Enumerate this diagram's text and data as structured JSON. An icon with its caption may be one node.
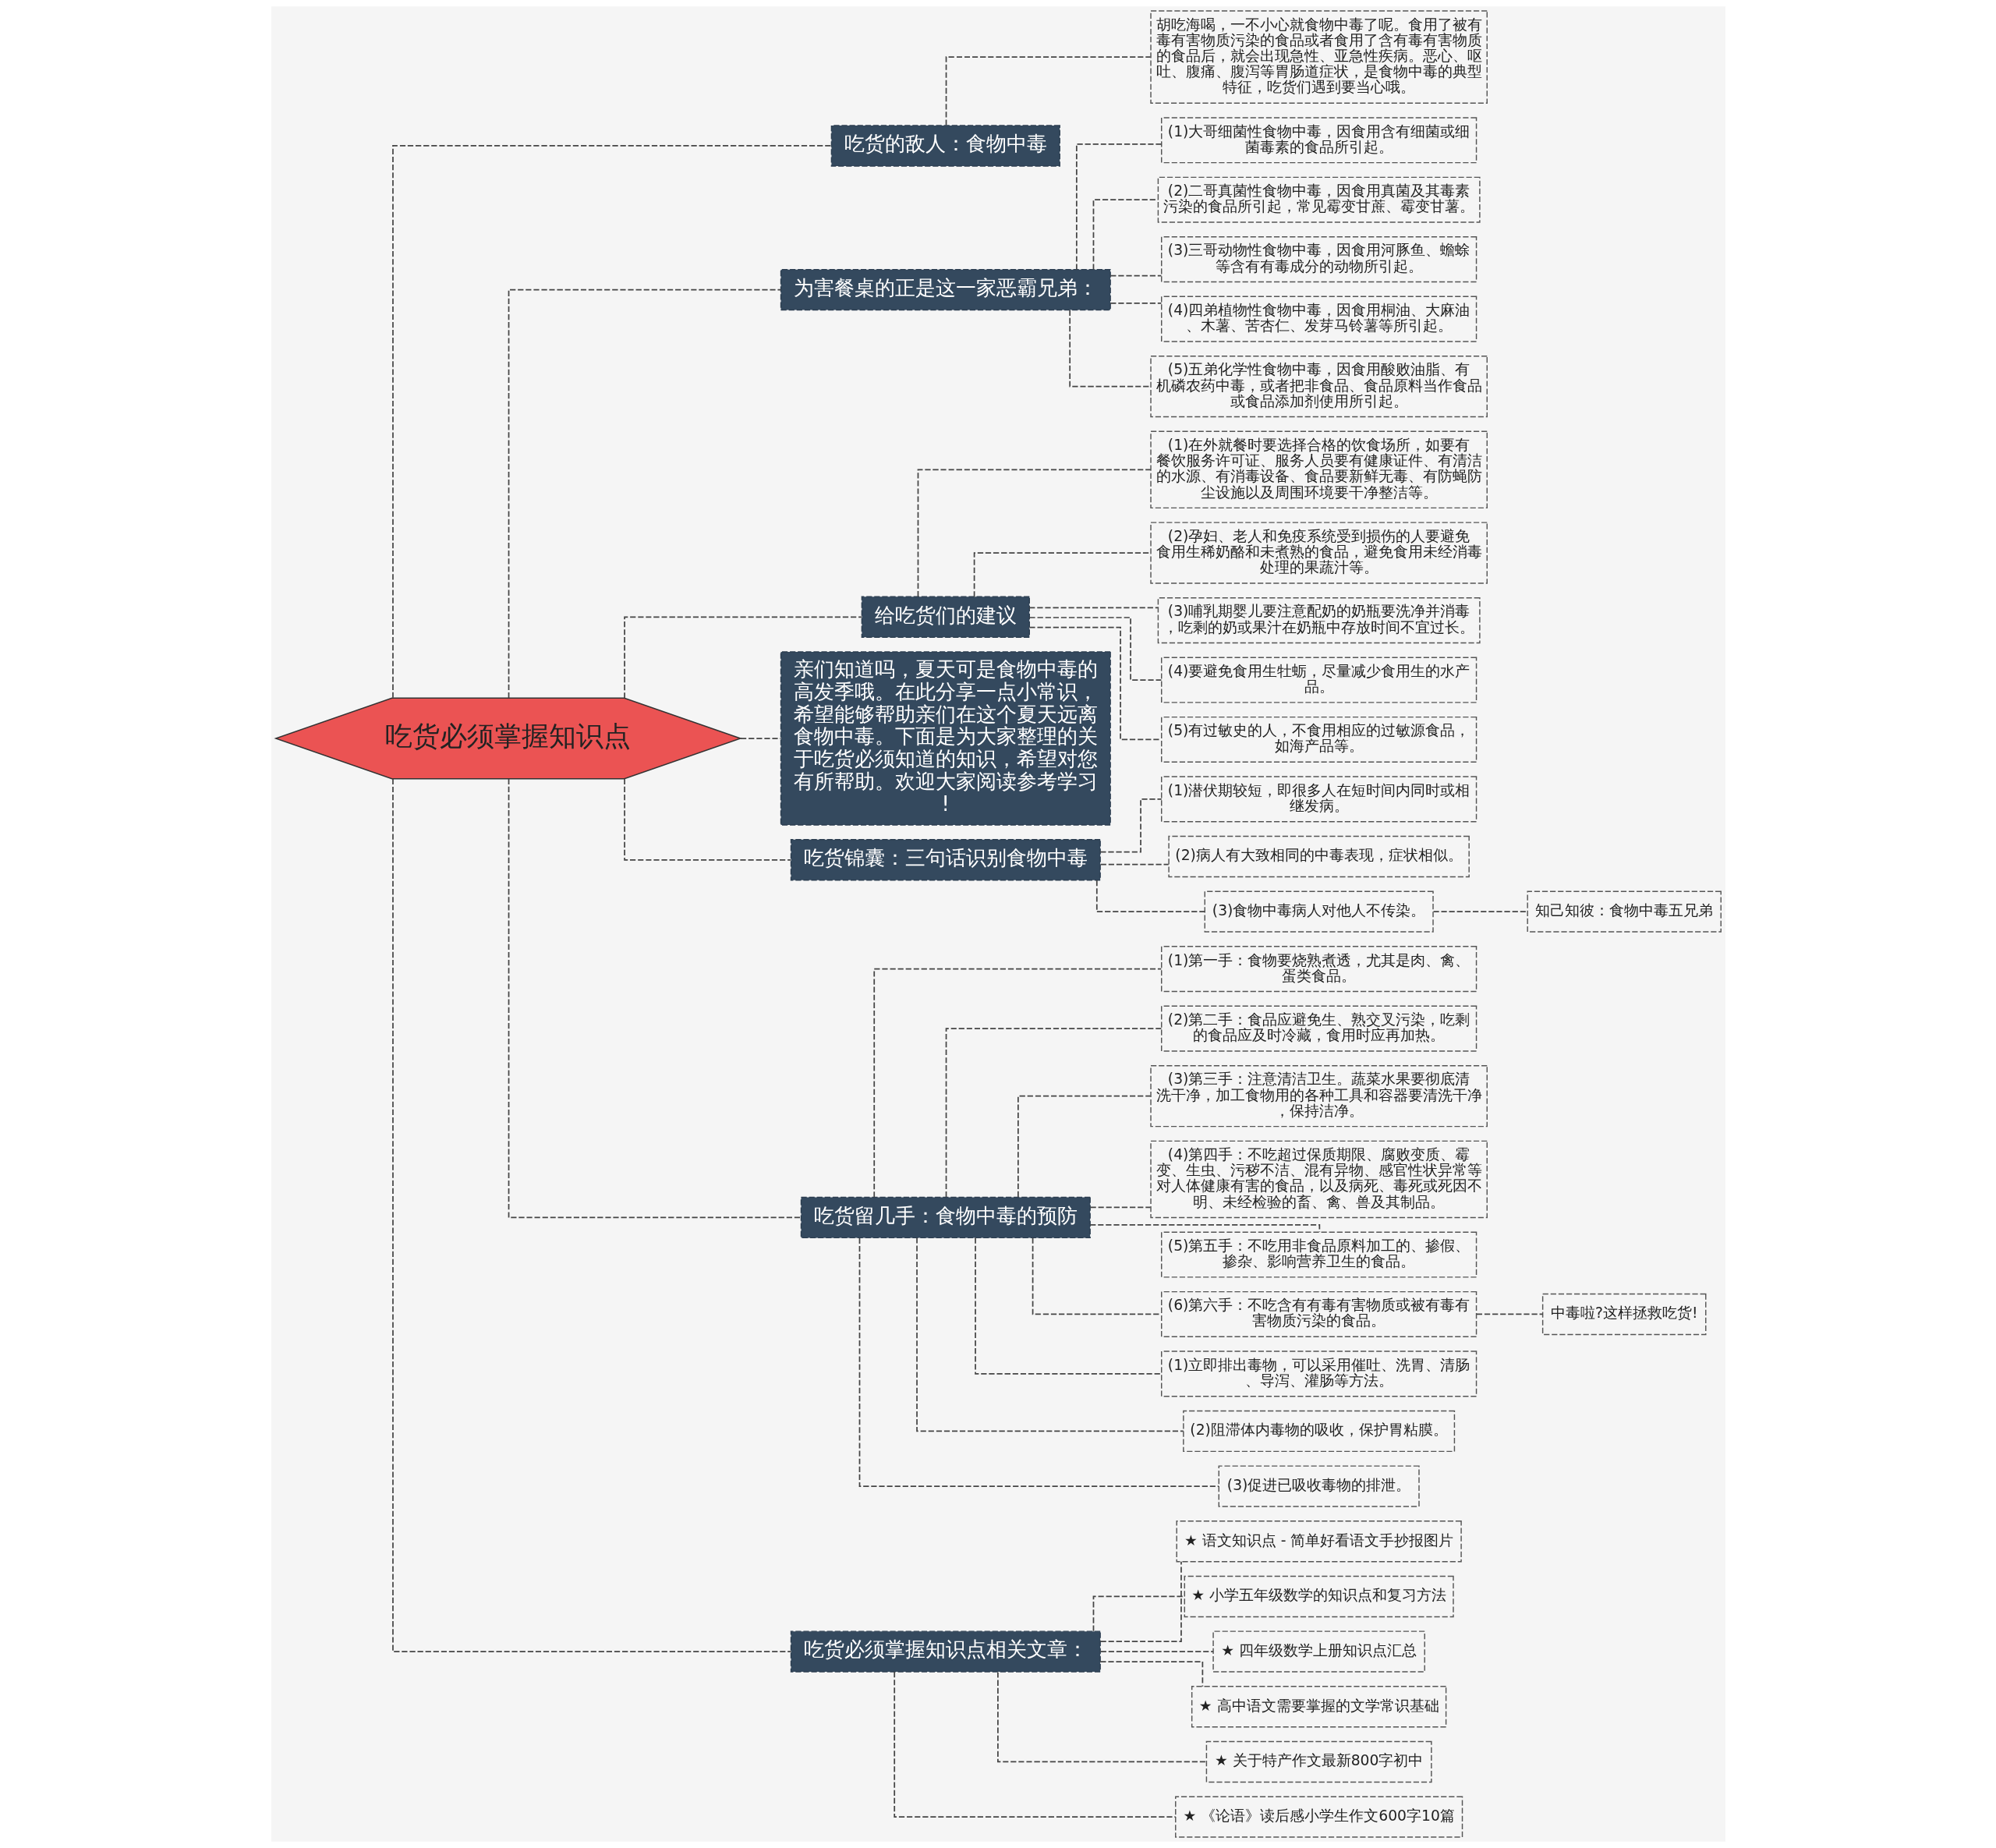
{
  "diagram": {
    "nodes": [
      {
        "text": [
          "吃货必须掌握知识点"
        ]
      },
      {
        "text": [
          "吃货的敌人：食物中毒"
        ]
      },
      {
        "text": [
          "胡吃海喝，一不小心就食物中毒了呢。食用了被有毒有害物质污染的食品或者食用了含有毒有害物质的食品后，就会出现急性、亚急性疾病。恶心、呕吐、腹痛、腹泻等胃肠道症状，是食物中毒的典型特征，吃货们遇到要当心哦。"
        ]
      },
      {
        "text": [
          "为害餐桌的正是这一家恶霸兄弟："
        ]
      },
      {
        "text": [
          "(1)大哥细菌性食物中毒，因食用含有细菌或细菌毒素的食品所引起。"
        ]
      },
      {
        "text": [
          "(2)二哥真菌性食物中毒，因食用真菌及其毒素污染的食品所引起，常见霉变甘蔗、霉变甘薯。"
        ]
      },
      {
        "text": [
          "(3)三哥动物性食物中毒，因食用河豚鱼、蟾蜍等含有有毒成分的动物所引起。"
        ]
      },
      {
        "text": [
          "(4)四弟植物性食物中毒，因食用桐油、大麻油、木薯、苦杏仁、发芽马铃薯等所引起。"
        ]
      },
      {
        "text": [
          "(5)五弟化学性食物中毒，因食用酸败油脂、有机磷农药中毒，或者把非食品、食品原料当作食品或食品添加剂使用所引起。"
        ]
      },
      {
        "text": [
          "给吃货们的建议"
        ]
      },
      {
        "text": [
          "(1)在外就餐时要选择合格的饮食场所，如要有餐饮服务许可证、服务人员要有健康证件、有清洁的水源、有消毒设备、食品要新鲜无毒、有防蝇防尘设施以及周围环境要干净整洁等。"
        ]
      },
      {
        "text": [
          "(2)孕妇、老人和免疫系统受到损伤的人要避免食用生稀奶酪和未煮熟的食品，避免食用未经消毒处理的果蔬汁等。"
        ]
      },
      {
        "text": [
          "(3)哺乳期婴儿要注意配奶的奶瓶要洗净并消毒，吃剩的奶或果汁在奶瓶中存放时间不宜过长。"
        ]
      },
      {
        "text": [
          "(4)要避免食用生牡蛎，尽量减少食用生的水产品。"
        ]
      },
      {
        "text": [
          "(5)有过敏史的人，不食用相应的过敏源食品，如海产品等。"
        ]
      },
      {
        "text": [
          "亲们知道吗，夏天可是食物中毒的高发季哦。在此分享一点小常识，希望能够帮助亲们在这个夏天远离食物中毒。下面是为大家整理的关于吃货必须知道的知识，希望对您有所帮助。欢迎大家阅读参考学习!"
        ]
      },
      {
        "text": [
          "吃货锦囊：三句话识别食物中毒"
        ]
      },
      {
        "text": [
          "(1)潜伏期较短，即很多人在短时间内同时或相继发病。"
        ]
      },
      {
        "text": [
          "(2)病人有大致相同的中毒表现，症状相似。"
        ]
      },
      {
        "text": [
          "(3)食物中毒病人对他人不传染。"
        ]
      },
      {
        "text": [
          "知己知彼：食物中毒五兄弟"
        ]
      },
      {
        "text": [
          "吃货留几手：食物中毒的预防"
        ]
      },
      {
        "text": [
          "(1)第一手：食物要烧熟煮透，尤其是肉、禽、蛋类食品。"
        ]
      },
      {
        "text": [
          "(2)第二手：食品应避免生、熟交叉污染，吃剩的食品应及时冷藏，食用时应再加热。"
        ]
      },
      {
        "text": [
          "(3)第三手：注意清洁卫生。蔬菜水果要彻底清洗干净，加工食物用的各种工具和容器要清洗干净，保持洁净。"
        ]
      },
      {
        "text": [
          "(4)第四手：不吃超过保质期限、腐败变质、霉变、生虫、污秽不洁、混有异物、感官性状异常等对人体健康有害的食品，以及病死、毒死或死因不明、未经检验的畜、禽、兽及其制品。"
        ]
      },
      {
        "text": [
          "(5)第五手：不吃用非食品原料加工的、掺假、掺杂、影响营养卫生的食品。"
        ]
      },
      {
        "text": [
          "(6)第六手：不吃含有有毒有害物质或被有毒有害物质污染的食品。"
        ]
      },
      {
        "text": [
          "中毒啦?这样拯救吃货!"
        ]
      },
      {
        "text": [
          "(1)立即排出毒物，可以采用催吐、洗胃、清肠、导泻、灌肠等方法。"
        ]
      },
      {
        "text": [
          "(2)阻滞体内毒物的吸收，保护胃粘膜。"
        ]
      },
      {
        "text": [
          "(3)促进已吸收毒物的排泄。"
        ]
      },
      {
        "text": [
          "吃货必须掌握知识点相关文章："
        ]
      },
      {
        "text": [
          "★ 语文知识点 - 简单好看语文手抄报图片"
        ]
      },
      {
        "text": [
          "★ 小学五年级数学的知识点和复习方法"
        ]
      },
      {
        "text": [
          "★ 四年级数学上册知识点汇总"
        ]
      },
      {
        "text": [
          "★ 高中语文需要掌握的文学常识基础"
        ]
      },
      {
        "text": [
          "★ 关于特产作文最新800字初中"
        ]
      },
      {
        "text": [
          "★ 《论语》读后感小学生作文600字10篇"
        ]
      }
    ],
    "edges": [
      {
        "from": 0,
        "to": 1,
        "arrow": "none"
      },
      {
        "from": 1,
        "to": 2,
        "arrow": "none"
      },
      {
        "from": 0,
        "to": 3,
        "arrow": "none"
      },
      {
        "from": 3,
        "to": 4,
        "arrow": "none"
      },
      {
        "from": 3,
        "to": 5,
        "arrow": "none"
      },
      {
        "from": 3,
        "to": 6,
        "arrow": "none"
      },
      {
        "from": 3,
        "to": 7,
        "arrow": "none"
      },
      {
        "from": 3,
        "to": 8,
        "arrow": "none"
      },
      {
        "from": 0,
        "to": 9,
        "arrow": "none"
      },
      {
        "from": 9,
        "to": 10,
        "arrow": "none"
      },
      {
        "from": 9,
        "to": 11,
        "arrow": "none"
      },
      {
        "from": 9,
        "to": 12,
        "arrow": "none"
      },
      {
        "from": 9,
        "to": 13,
        "arrow": "none"
      },
      {
        "from": 9,
        "to": 14,
        "arrow": "none"
      },
      {
        "from": 0,
        "to": 15,
        "arrow": "none"
      },
      {
        "from": 0,
        "to": 16,
        "arrow": "none"
      },
      {
        "from": 16,
        "to": 17,
        "arrow": "none"
      },
      {
        "from": 16,
        "to": 18,
        "arrow": "none"
      },
      {
        "from": 16,
        "to": 19,
        "arrow": "none"
      },
      {
        "from": 19,
        "to": 20,
        "arrow": "none"
      },
      {
        "from": 0,
        "to": 21,
        "arrow": "none"
      },
      {
        "from": 21,
        "to": 22,
        "arrow": "none"
      },
      {
        "from": 21,
        "to": 23,
        "arrow": "none"
      },
      {
        "from": 21,
        "to": 24,
        "arrow": "none"
      },
      {
        "from": 21,
        "to": 25,
        "arrow": "none"
      },
      {
        "from": 21,
        "to": 26,
        "arrow": "none"
      },
      {
        "from": 21,
        "to": 27,
        "arrow": "none"
      },
      {
        "from": 27,
        "to": 28,
        "arrow": "none"
      },
      {
        "from": 21,
        "to": 29,
        "arrow": "none"
      },
      {
        "from": 21,
        "to": 30,
        "arrow": "none"
      },
      {
        "from": 21,
        "to": 31,
        "arrow": "none"
      },
      {
        "from": 0,
        "to": 32,
        "arrow": "none"
      },
      {
        "from": 32,
        "to": 33,
        "arrow": "none"
      },
      {
        "from": 32,
        "to": 34,
        "arrow": "none"
      },
      {
        "from": 32,
        "to": 35,
        "arrow": "none"
      },
      {
        "from": 32,
        "to": 36,
        "arrow": "none"
      },
      {
        "from": 32,
        "to": 37,
        "arrow": "none"
      },
      {
        "from": 32,
        "to": 38,
        "arrow": "none"
      }
    ]
  }
}
